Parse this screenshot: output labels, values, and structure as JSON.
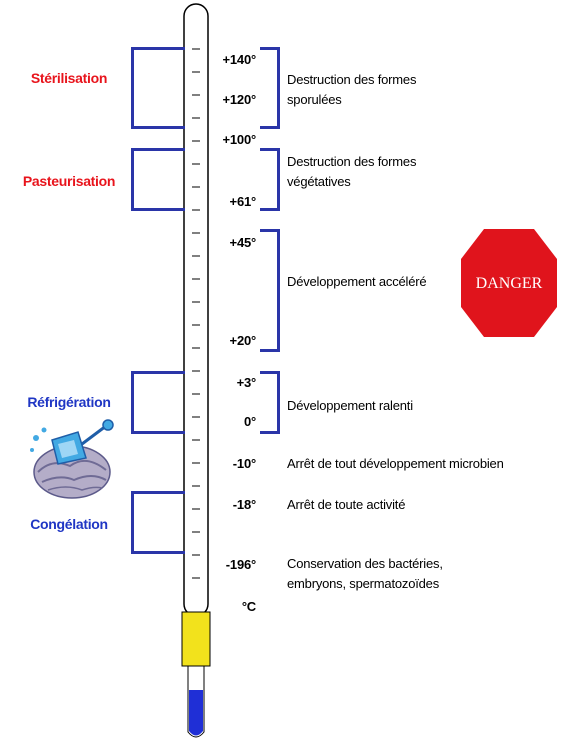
{
  "colors": {
    "bracket": "#2a35a8",
    "label_red": "#e8141c",
    "label_blue": "#1f36c4",
    "danger": "#e0141c",
    "thermo_yellow": "#f2e21c",
    "thermo_blue": "#1f2fd6"
  },
  "left_labels": [
    {
      "id": "sterilisation",
      "text": "Stérilisation",
      "color": "red"
    },
    {
      "id": "pasteurisation",
      "text": "Pasteurisation",
      "color": "red"
    },
    {
      "id": "refrigeration",
      "text": "Réfrigération",
      "color": "blue"
    },
    {
      "id": "congelation",
      "text": "Congélation",
      "color": "blue"
    }
  ],
  "temperatures": [
    "+140°",
    "+120°",
    "+100°",
    "+61°",
    "+45°",
    "+20°",
    "+3°",
    "0°",
    "-10°",
    "-18°",
    "-196°",
    "°C"
  ],
  "descriptions": {
    "spores": [
      "Destruction des formes",
      "sporulées"
    ],
    "vegetatives": [
      "Destruction des formes",
      "végétatives"
    ],
    "accelerated": "Développement accéléré",
    "slowed": "Développement ralenti",
    "stop_microbial": "Arrêt de tout développement microbien",
    "stop_all": "Arrêt de toute activité",
    "conservation": [
      "Conservation des bactéries,",
      "embryons, spermatozoïdes"
    ]
  },
  "danger_label": "DANGER",
  "icons": {
    "fridge": "refrigerator-icon",
    "danger": "stop-sign-icon"
  }
}
